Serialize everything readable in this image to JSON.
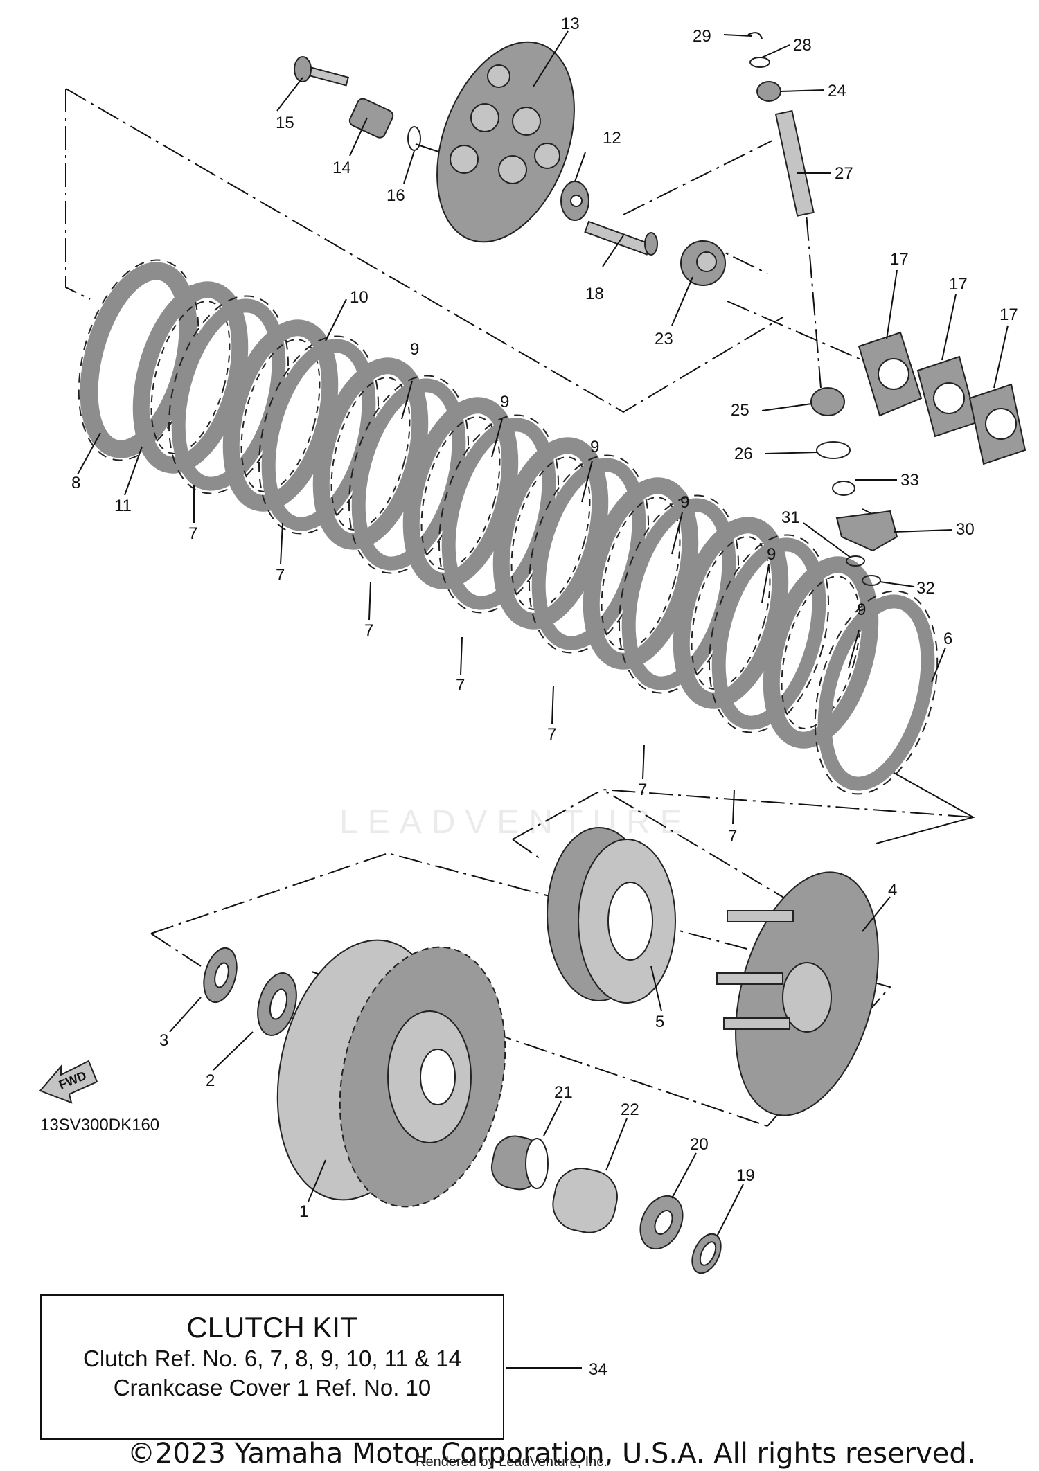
{
  "figure_code": "13SV300DK160",
  "fwd_label": "FWD",
  "watermark": "LEADVENTURE",
  "kit": {
    "title": "CLUTCH KIT",
    "line1": "Clutch Ref. No. 6, 7, 8, 9, 10, 11 & 14",
    "line2": "Crankcase Cover 1 Ref. No. 10",
    "callout": "34"
  },
  "copyright": "©2023 Yamaha Motor Corporation, U.S.A. All rights reserved.",
  "rendered_by": "Rendered by LeadVenture, Inc.",
  "callouts": {
    "c1": "1",
    "c2": "2",
    "c3": "3",
    "c4": "4",
    "c5": "5",
    "c6": "6",
    "c7": "7",
    "c8": "8",
    "c9": "9",
    "c10": "10",
    "c11": "11",
    "c12": "12",
    "c13": "13",
    "c14": "14",
    "c15": "15",
    "c16": "16",
    "c17": "17",
    "c18": "18",
    "c19": "19",
    "c20": "20",
    "c21": "21",
    "c22": "22",
    "c23": "23",
    "c24": "24",
    "c25": "25",
    "c26": "26",
    "c27": "27",
    "c28": "28",
    "c29": "29",
    "c30": "30",
    "c31": "31",
    "c32": "32",
    "c33": "33"
  }
}
